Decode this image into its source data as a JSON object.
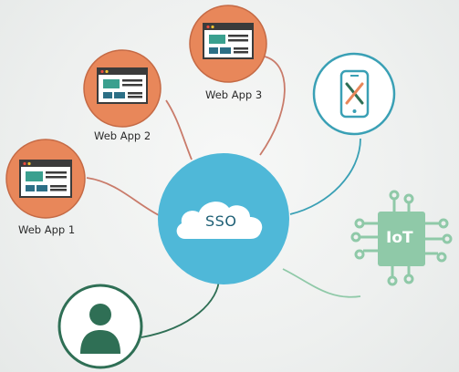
{
  "diagram": {
    "hub": {
      "label": "SSO"
    },
    "nodes": [
      {
        "id": "web-app-1",
        "label": "Web App 1",
        "icon": "browser-window-icon"
      },
      {
        "id": "web-app-2",
        "label": "Web App 2",
        "icon": "browser-window-icon"
      },
      {
        "id": "web-app-3",
        "label": "Web App 3",
        "icon": "browser-window-icon"
      },
      {
        "id": "mobile",
        "label": "",
        "icon": "mobile-tools-icon"
      },
      {
        "id": "iot",
        "label": "IoT",
        "icon": "iot-chip-icon"
      },
      {
        "id": "user",
        "label": "",
        "icon": "user-avatar-icon"
      }
    ],
    "colors": {
      "hub": "#4fb8d8",
      "web_app": "#e8875a",
      "connector": "#c97b6a",
      "mobile_outline": "#3aa0b5",
      "iot": "#8fc9a8",
      "user": "#2f6f55"
    }
  }
}
